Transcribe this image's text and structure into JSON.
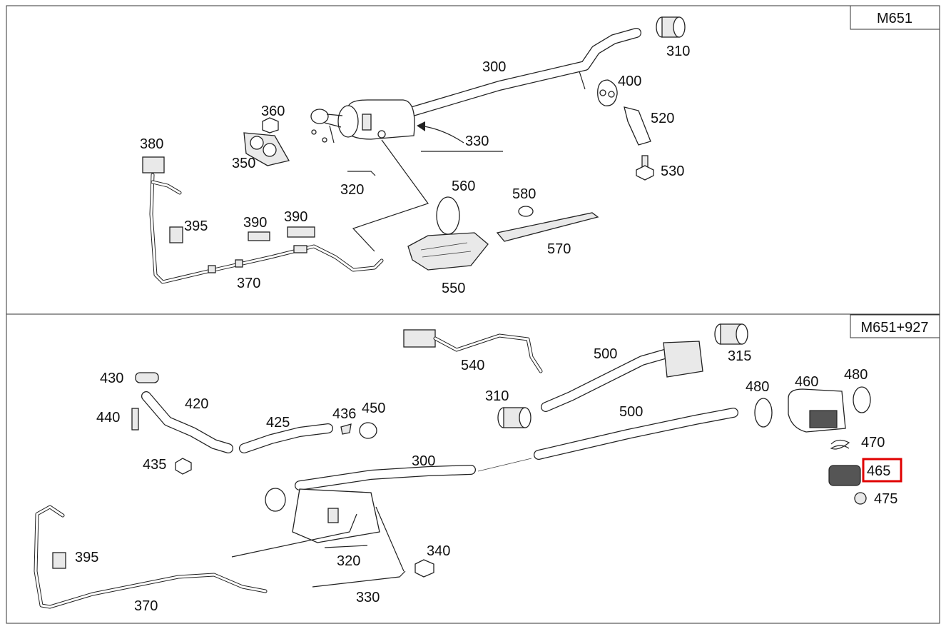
{
  "diagram": {
    "upper_section": {
      "variant_label": "M651",
      "callouts": {
        "c300": "300",
        "c310": "310",
        "c400": "400",
        "c520": "520",
        "c530": "530",
        "c360": "360",
        "c350": "350",
        "c380": "380",
        "c330": "330",
        "c320": "320",
        "c560": "560",
        "c580": "580",
        "c570": "570",
        "c550": "550",
        "c395": "395",
        "c390a": "390",
        "c390b": "390",
        "c370": "370"
      }
    },
    "lower_section": {
      "variant_label": "M651+927",
      "callouts": {
        "c540": "540",
        "c500a": "500",
        "c315": "315",
        "c430": "430",
        "c420": "420",
        "c440": "440",
        "c435": "435",
        "c425": "425",
        "c436": "436",
        "c450": "450",
        "c310": "310",
        "c500b": "500",
        "c480a": "480",
        "c460": "460",
        "c480b": "480",
        "c470": "470",
        "c465": "465",
        "c475": "475",
        "c300": "300",
        "c340": "340",
        "c320": "320",
        "c330": "330",
        "c395": "395",
        "c370": "370"
      },
      "highlighted_callout": "465"
    },
    "colors": {
      "highlight": "#e00000",
      "line": "#222222",
      "background": "#ffffff"
    }
  }
}
